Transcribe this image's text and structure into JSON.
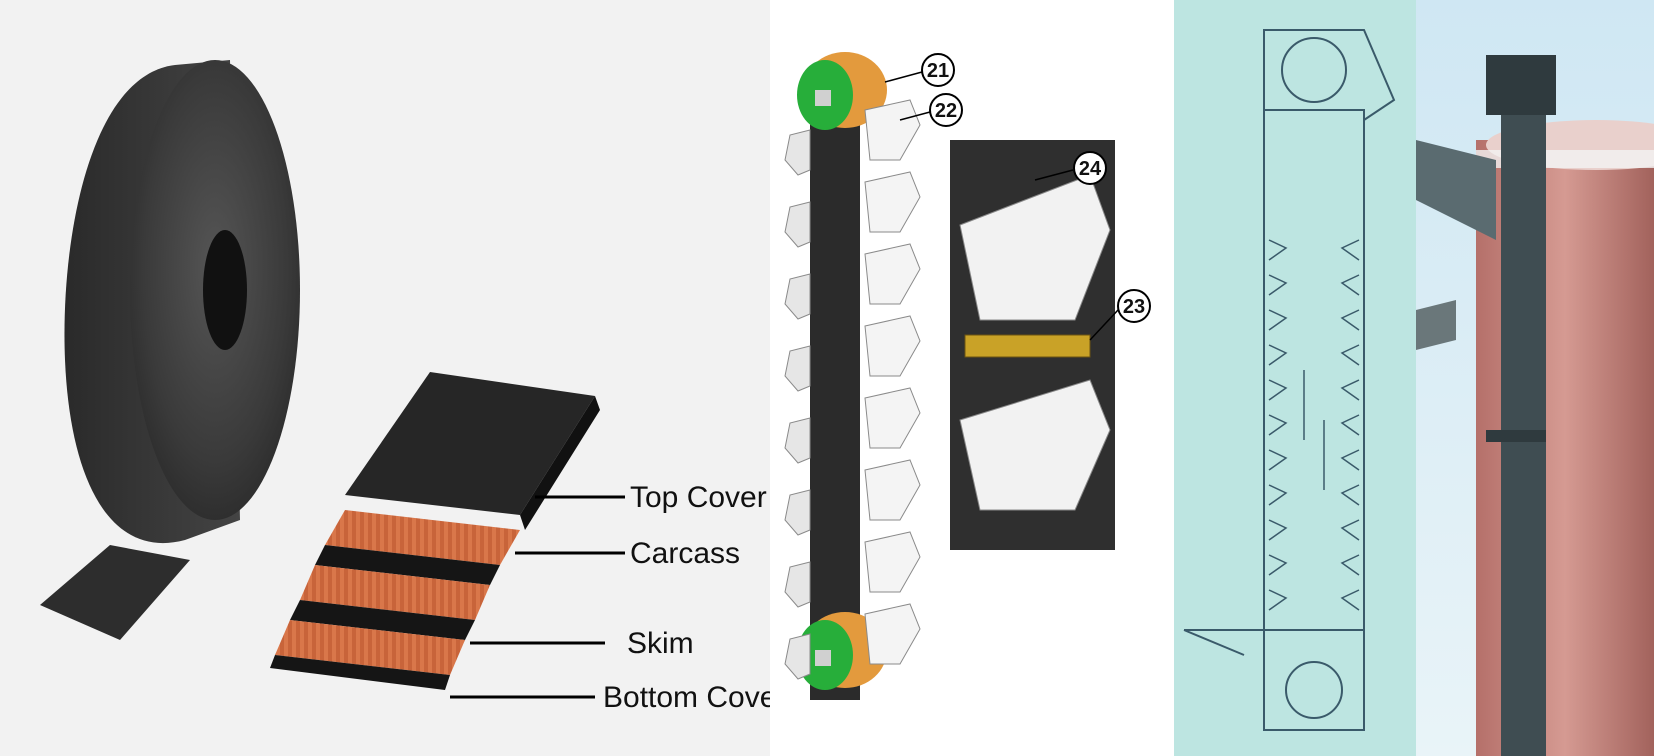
{
  "belt_layers": {
    "labels": [
      "Top Cover",
      "Carcass",
      "Skim",
      "Bottom Cover"
    ]
  },
  "elevator_parts": {
    "callouts": [
      "21",
      "22",
      "24",
      "23"
    ]
  }
}
